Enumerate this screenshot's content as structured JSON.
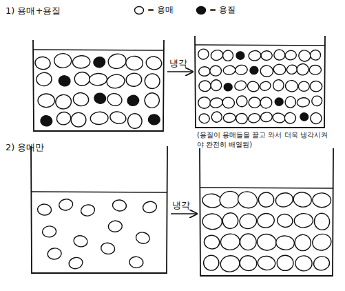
{
  "diagram": {
    "labels": [
      "1) 용매+용질",
      "냉각",
      "(용질이 용매들을 끌고 와서 더욱 냉각시켜야 완전히 배열됨)",
      "2) 용매만",
      "냉각"
    ],
    "legend": [
      {
        "text": "= 용매"
      },
      {
        "text": "= 용질"
      }
    ]
  }
}
